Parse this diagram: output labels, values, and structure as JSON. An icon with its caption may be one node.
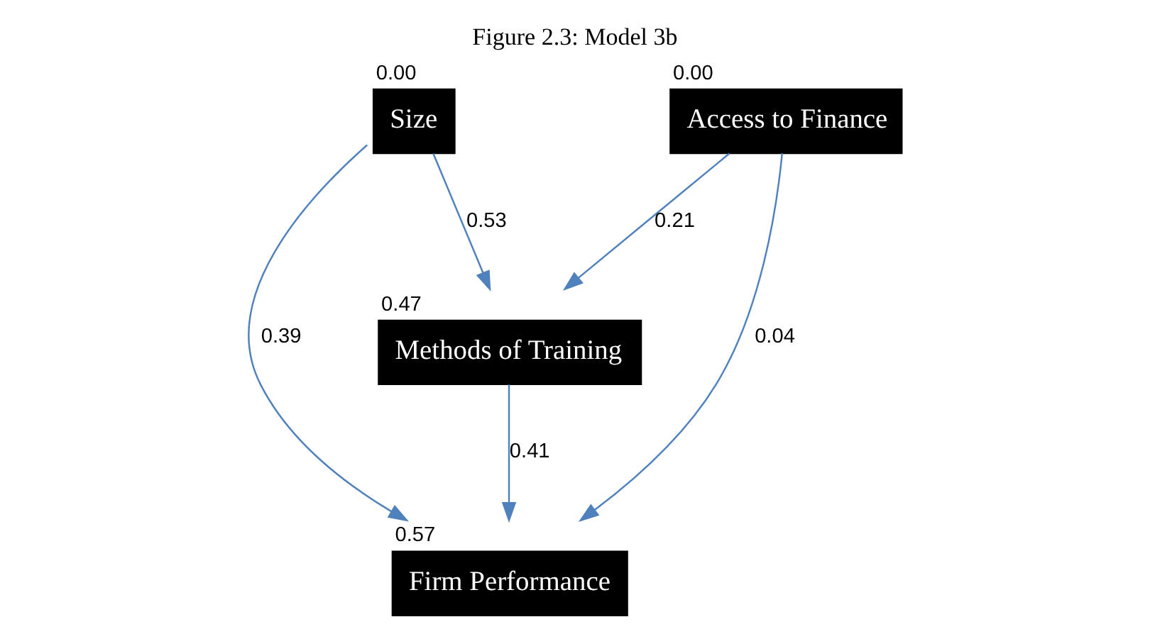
{
  "diagram": {
    "title": "Figure 2.3: Model 3b",
    "nodes": [
      {
        "text": [
          "Size"
        ],
        "beside": [
          "0.00"
        ]
      },
      {
        "text": [
          "Methods of Training"
        ],
        "beside": [
          "0.47"
        ]
      },
      {
        "text": [
          "Firm Performance"
        ],
        "beside": [
          "0.57"
        ]
      },
      {
        "text": [
          "Access to Finance"
        ],
        "beside": [
          "0.00"
        ]
      }
    ],
    "edges": [
      {
        "from": 0,
        "to": 1,
        "arrow": "to",
        "label": "0.53"
      },
      {
        "from": 0,
        "to": 2,
        "arrow": "to",
        "label": "0.39"
      },
      {
        "from": 1,
        "to": 2,
        "arrow": "to",
        "label": "0.41"
      },
      {
        "from": 3,
        "to": 1,
        "arrow": "to",
        "label": "0.21"
      },
      {
        "from": 3,
        "to": 2,
        "arrow": "to",
        "label": "0.04"
      }
    ]
  }
}
